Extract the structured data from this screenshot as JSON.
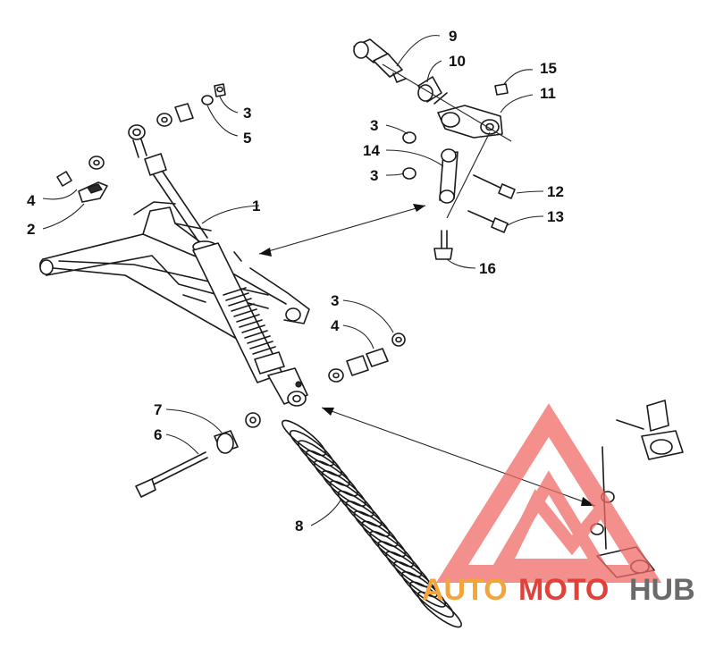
{
  "callouts": {
    "c1": "1",
    "c2": "2",
    "c3a": "3",
    "c3b": "3",
    "c3c": "3",
    "c3d": "3",
    "c4a": "4",
    "c4b": "4",
    "c5": "5",
    "c6": "6",
    "c7": "7",
    "c8": "8",
    "c9": "9",
    "c10": "10",
    "c11": "11",
    "c12": "12",
    "c13": "13",
    "c14": "14",
    "c15": "15",
    "c16": "16"
  },
  "watermark": {
    "part1": "AUTO",
    "part2": "MOTO",
    "part3": "HUB",
    "color_orange": "#f4a53a",
    "color_red": "#e0413a",
    "color_gray": "#6b6b6b",
    "logo_color": "#f06a66"
  }
}
